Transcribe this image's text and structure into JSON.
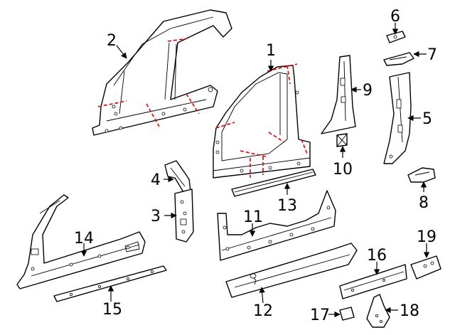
{
  "colors": {
    "line": "#000000",
    "cut_line": "#e00000",
    "background": "#ffffff"
  },
  "callouts": [
    {
      "id": "1",
      "text": "1"
    },
    {
      "id": "2",
      "text": "2"
    },
    {
      "id": "3",
      "text": "3"
    },
    {
      "id": "4",
      "text": "4"
    },
    {
      "id": "5",
      "text": "5"
    },
    {
      "id": "6",
      "text": "6"
    },
    {
      "id": "7",
      "text": "7"
    },
    {
      "id": "8",
      "text": "8"
    },
    {
      "id": "9",
      "text": "9"
    },
    {
      "id": "10",
      "text": "10"
    },
    {
      "id": "11",
      "text": "11"
    },
    {
      "id": "12",
      "text": "12"
    },
    {
      "id": "13",
      "text": "13"
    },
    {
      "id": "14",
      "text": "14"
    },
    {
      "id": "15",
      "text": "15"
    },
    {
      "id": "16",
      "text": "16"
    },
    {
      "id": "17",
      "text": "17"
    },
    {
      "id": "18",
      "text": "18"
    },
    {
      "id": "19",
      "text": "19"
    }
  ]
}
